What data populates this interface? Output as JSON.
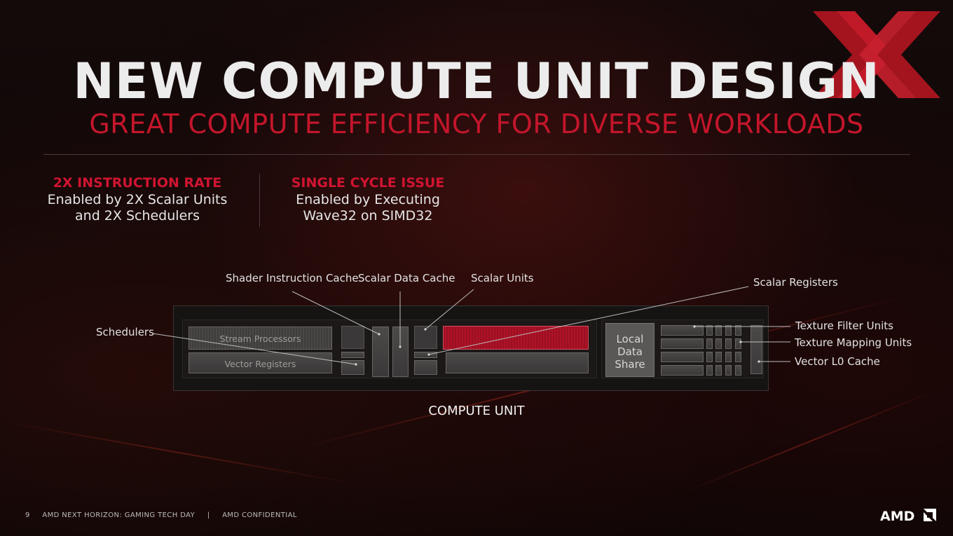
{
  "slide": {
    "title": "NEW COMPUTE UNIT DESIGN",
    "subtitle": "GREAT COMPUTE EFFICIENCY FOR DIVERSE WORKLOADS",
    "brand_mark": "xx-logo"
  },
  "features": [
    {
      "heading": "2X INSTRUCTION RATE",
      "body": "Enabled by 2X Scalar Units\nand 2X Schedulers"
    },
    {
      "heading": "SINGLE CYCLE ISSUE",
      "body": "Enabled by Executing\nWave32 on SIMD32"
    }
  ],
  "diagram": {
    "caption": "COMPUTE UNIT",
    "blocks": {
      "stream_processors": "Stream Processors",
      "vector_registers": "Vector Registers",
      "local_data_share": "Local\nData\nShare"
    },
    "callouts": {
      "shader_instruction_cache": "Shader Instruction Cache",
      "scalar_data_cache": "Scalar Data Cache",
      "scalar_units": "Scalar Units",
      "scalar_registers": "Scalar Registers",
      "schedulers": "Schedulers",
      "texture_filter_units": "Texture Filter Units",
      "texture_mapping_units": "Texture Mapping Units",
      "vector_l0_cache": "Vector L0 Cache"
    }
  },
  "footer": {
    "page_number": "9",
    "event": "AMD NEXT HORIZON: GAMING TECH DAY",
    "separator": "|",
    "confidentiality": "AMD CONFIDENTIAL",
    "company_logo": "AMD"
  },
  "colors": {
    "accent_red": "#c3162b",
    "heading_red": "#d01431",
    "title_white": "#ececec",
    "background": "#0b0707"
  }
}
